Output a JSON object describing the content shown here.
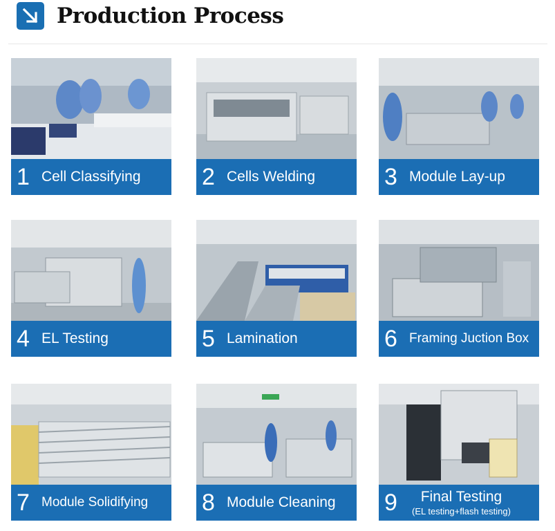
{
  "header": {
    "title": "Production Process",
    "logo_icon": "arrow-down-right-icon"
  },
  "colors": {
    "accent": "#1b6eb4",
    "logo": "#1a6fb3"
  },
  "steps": [
    {
      "number": "1",
      "label": "Cell Classifying"
    },
    {
      "number": "2",
      "label": "Cells Welding"
    },
    {
      "number": "3",
      "label": "Module Lay-up"
    },
    {
      "number": "4",
      "label": "EL Testing"
    },
    {
      "number": "5",
      "label": "Lamination"
    },
    {
      "number": "6",
      "label": "Framing Juction Box"
    },
    {
      "number": "7",
      "label": "Module Solidifying"
    },
    {
      "number": "8",
      "label": "Module Cleaning"
    },
    {
      "number": "9",
      "label": "Final Testing",
      "sublabel": "(EL testing+flash testing)"
    }
  ]
}
